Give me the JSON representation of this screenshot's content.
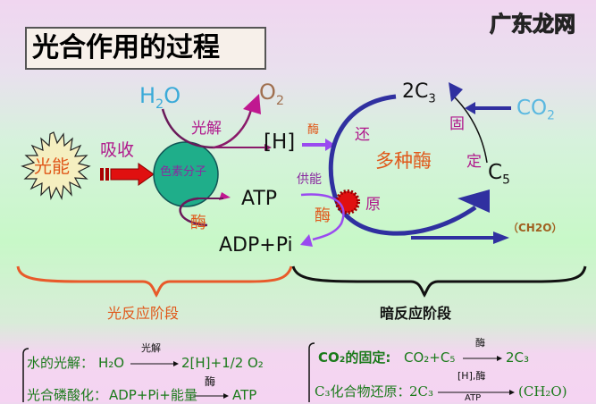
{
  "title": "光合作用的过程",
  "light": {
    "sun": "光能",
    "absorb": "吸收",
    "pigment": "色素分子",
    "h2o": "H",
    "h2o_sub": "2",
    "h2o_end": "O",
    "o2": "O",
    "o2_sub": "2",
    "photolysis": "光解",
    "h": "[H]",
    "atp": "ATP",
    "adp": "ADP+Pi",
    "enzyme1": "酶"
  },
  "dark": {
    "enzyme_h": "酶",
    "c3": "2C",
    "c3_sub": "3",
    "co2": "CO",
    "co2_sub": "2",
    "fix1": "固",
    "fix2": "定",
    "c5": "C",
    "c5_sub": "5",
    "reduce1": "还",
    "reduce2": "原",
    "many_enzymes": "多种酶",
    "supply": "供能",
    "enzyme2": "酶",
    "ch2o": "（CH2O）"
  },
  "stages": {
    "light": "光反应阶段",
    "dark": "暗反应阶段"
  },
  "equations": {
    "water_label": "水的光解：",
    "water_eq": "H₂O",
    "water_cond": "光解",
    "water_prod": "2[H]+1/2 O₂",
    "phos_label": "光合磷酸化：",
    "phos_eq": "ADP+Pi+能量",
    "phos_cond": "酶",
    "phos_prod": "ATP",
    "co2_label": "CO₂的固定:",
    "co2_eq": "CO₂+C₅",
    "co2_cond": "酶",
    "co2_prod": "2C₃",
    "c3_label": "C₃化合物还原：",
    "c3_eq": "2C₃",
    "c3_cond_top": "[H],酶",
    "c3_cond_bottom": "ATP",
    "c3_prod": "(CH₂O)"
  },
  "watermark": "广东龙网"
}
